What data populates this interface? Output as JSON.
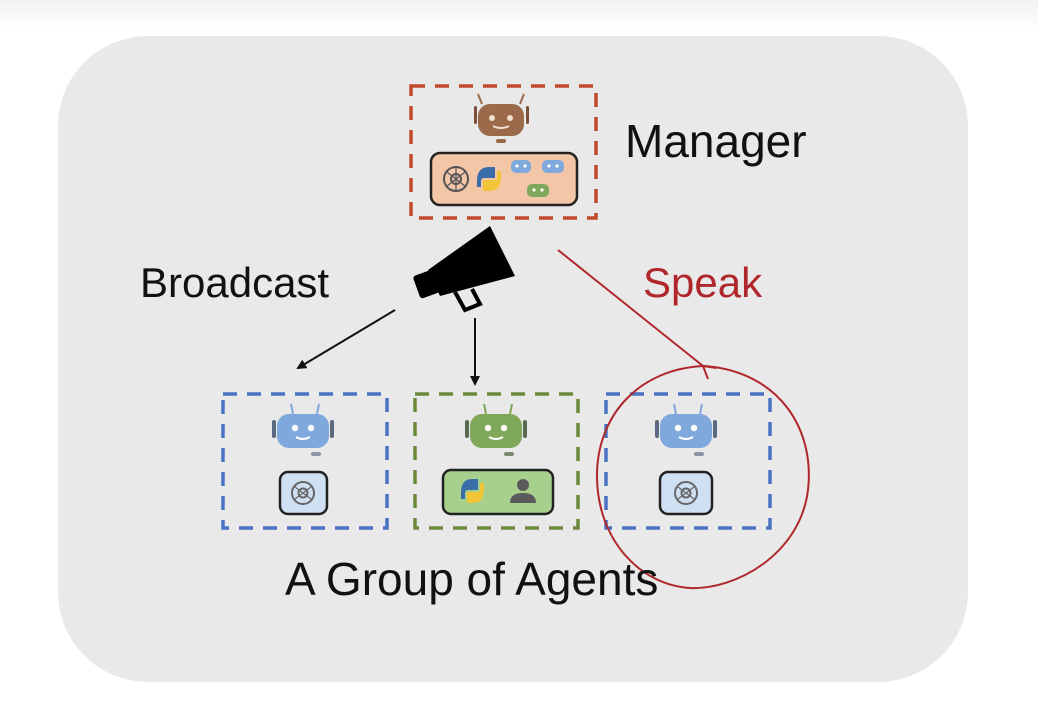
{
  "labels": {
    "manager": "Manager",
    "broadcast": "Broadcast",
    "speak": "Speak",
    "group": "A Group of Agents"
  },
  "icons": {
    "manager_robot": "robot-icon",
    "megaphone": "megaphone-icon",
    "openai": "openai-logo-icon",
    "python": "python-logo-icon",
    "person": "person-icon"
  },
  "colors": {
    "manager_border": "#c0492b",
    "blue_agent_border": "#4a73c4",
    "green_agent_border": "#6a8a3a",
    "speak_red": "#b0272b",
    "manager_fill": "#f3c6a8",
    "blue_fill": "#cfe0f3",
    "green_fill": "#a8d08d",
    "robot_brown": "#9b6a4a",
    "robot_blue": "#7fa8dc",
    "robot_green": "#7fa85a"
  }
}
